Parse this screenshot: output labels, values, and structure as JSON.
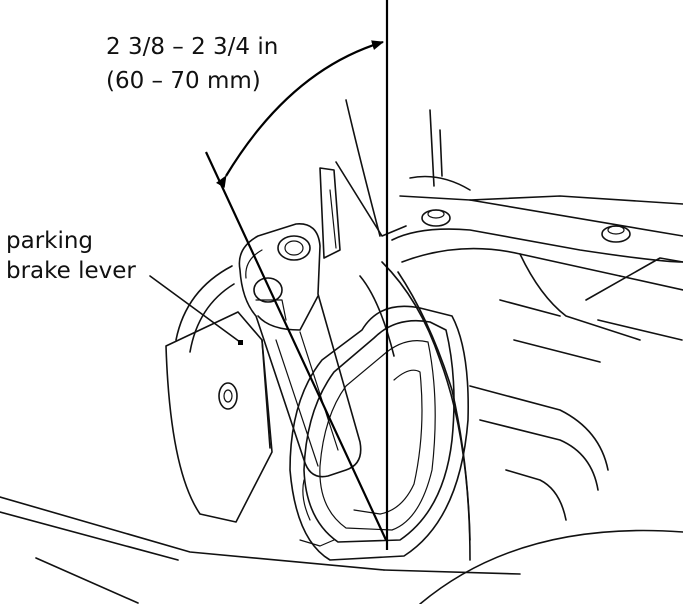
{
  "figure": {
    "dimension": {
      "line1": "2 3/8 – 2 3/4 in",
      "line2": "(60 – 70 mm)"
    },
    "callout": {
      "line1": "parking",
      "line2": "brake lever"
    },
    "colors": {
      "ink": "#111111",
      "background": "#ffffff"
    }
  }
}
